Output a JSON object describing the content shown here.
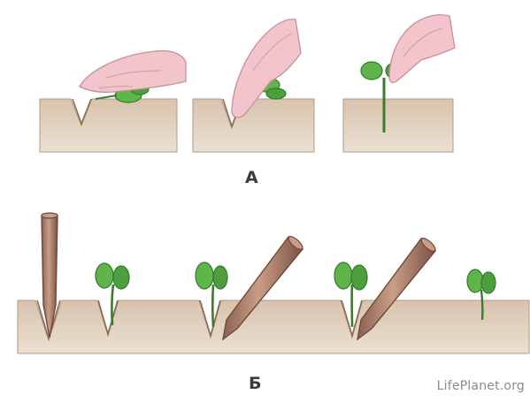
{
  "figure": {
    "panel_a_label": "А",
    "panel_b_label": "Б",
    "watermark": "LifePlanet.org"
  },
  "colors": {
    "soil": "#e2d3c1",
    "soil_dark": "#bfa68e",
    "soil_edge": "#9c7d66",
    "leaf": "#5fb54a",
    "leaf_dark": "#2f7d2c",
    "stem": "#3c7a2e",
    "hand": "#f2c4cc",
    "hand_edge": "#c98f99",
    "peg": "#b88b74",
    "peg_dark": "#6d4a3c"
  },
  "icons": [
    "hand-icon",
    "seedling-icon",
    "planting-peg-icon"
  ]
}
